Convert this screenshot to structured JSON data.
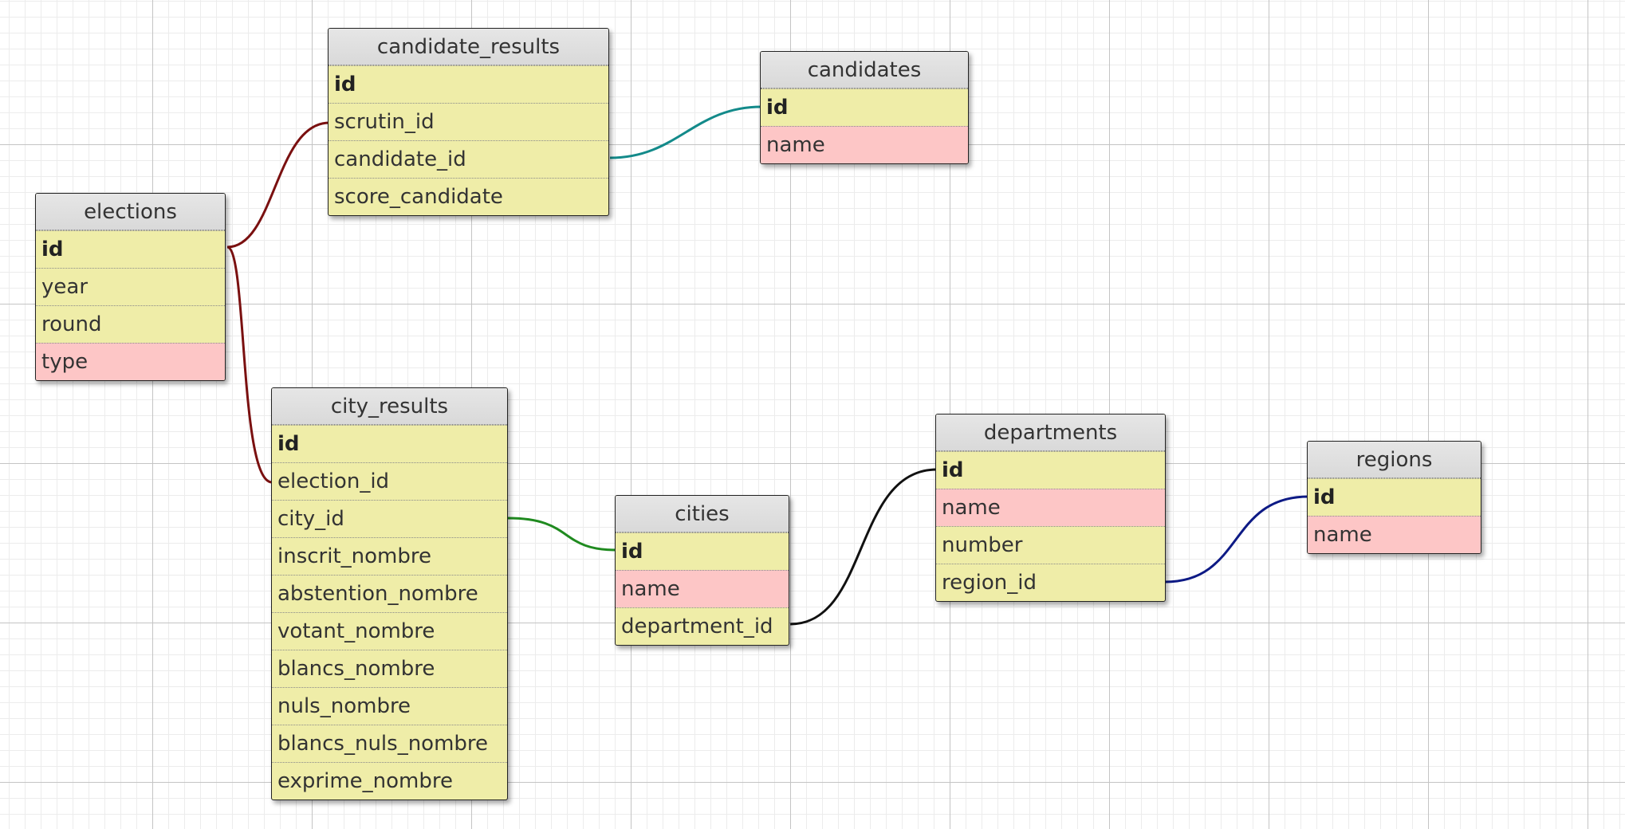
{
  "tables": {
    "candidate_results": {
      "title": "candidate_results",
      "fields": [
        "id",
        "scrutin_id",
        "candidate_id",
        "score_candidate"
      ]
    },
    "candidates": {
      "title": "candidates",
      "fields": [
        "id",
        "name"
      ]
    },
    "elections": {
      "title": "elections",
      "fields": [
        "id",
        "year",
        "round",
        "type"
      ]
    },
    "city_results": {
      "title": "city_results",
      "fields": [
        "id",
        "election_id",
        "city_id",
        "inscrit_nombre",
        "abstention_nombre",
        "votant_nombre",
        "blancs_nombre",
        "nuls_nombre",
        "blancs_nuls_nombre",
        "exprime_nombre"
      ]
    },
    "cities": {
      "title": "cities",
      "fields": [
        "id",
        "name",
        "department_id"
      ]
    },
    "departments": {
      "title": "departments",
      "fields": [
        "id",
        "name",
        "number",
        "region_id"
      ]
    },
    "regions": {
      "title": "regions",
      "fields": [
        "id",
        "name"
      ]
    }
  },
  "relations": [
    {
      "from": "candidate_results.scrutin_id",
      "to": "elections.id",
      "color": "#7a1010"
    },
    {
      "from": "city_results.election_id",
      "to": "elections.id",
      "color": "#7a1010"
    },
    {
      "from": "candidate_results.candidate_id",
      "to": "candidates.id",
      "color": "#138a8a"
    },
    {
      "from": "city_results.city_id",
      "to": "cities.id",
      "color": "#1f8a1f"
    },
    {
      "from": "cities.department_id",
      "to": "departments.id",
      "color": "#111111"
    },
    {
      "from": "departments.region_id",
      "to": "regions.id",
      "color": "#0d1a85"
    }
  ]
}
